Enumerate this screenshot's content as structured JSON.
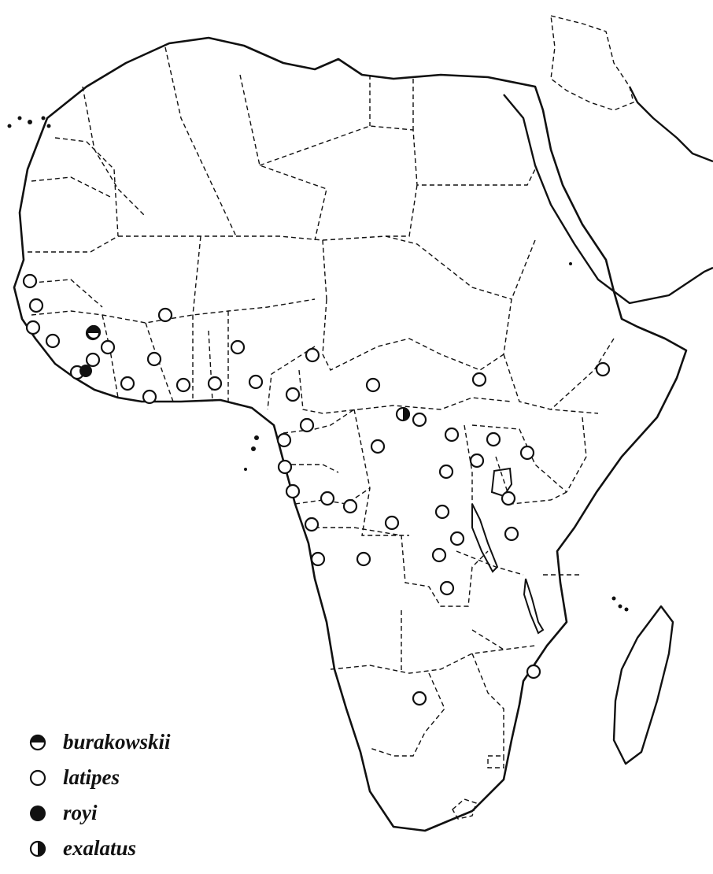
{
  "legend": [
    {
      "species": "burakowskii",
      "symbol": "half-filled-top-circle"
    },
    {
      "species": "latipes",
      "symbol": "open-circle"
    },
    {
      "species": "royi",
      "symbol": "filled-circle"
    },
    {
      "species": "exalatus",
      "symbol": "half-filled-right-circle"
    }
  ],
  "colors": {
    "ink": "#111111",
    "background": "#ffffff"
  }
}
